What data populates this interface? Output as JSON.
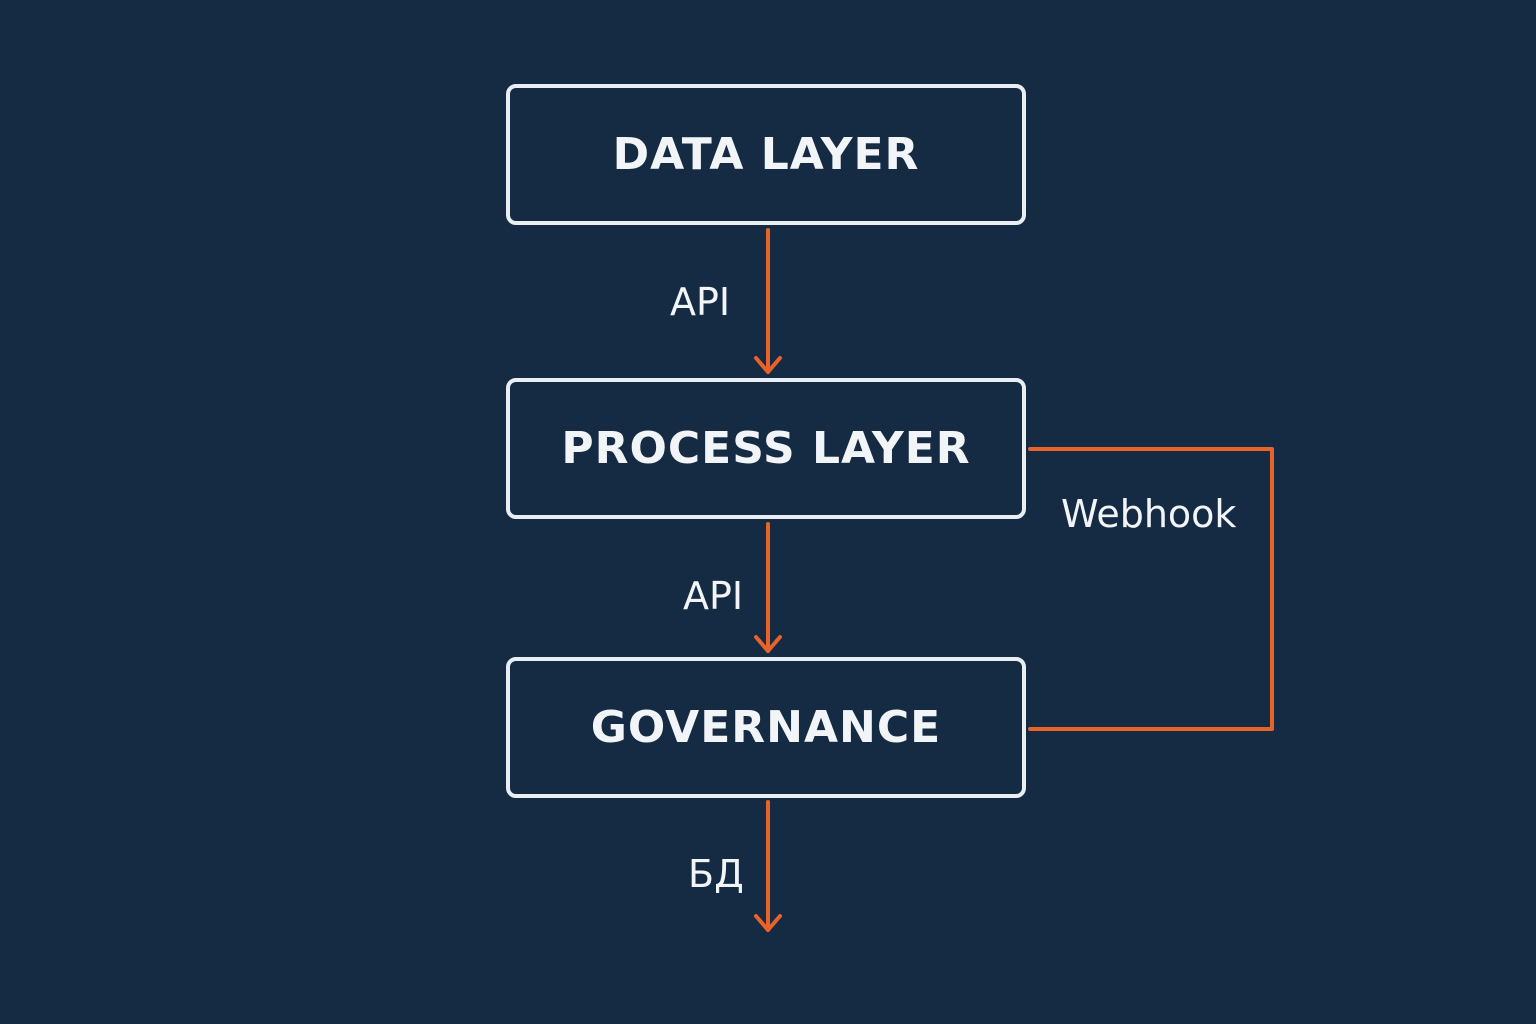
{
  "colors": {
    "background": "#152a43",
    "box_border": "#e9eef3",
    "text": "#f2f5f8",
    "connector": "#e8632a"
  },
  "nodes": [
    {
      "id": "data",
      "label": "DATA LAYER"
    },
    {
      "id": "process",
      "label": "PROCESS LAYER"
    },
    {
      "id": "governance",
      "label": "GOVERNANCE"
    }
  ],
  "edges": [
    {
      "from": "data",
      "to": "process",
      "label": "API"
    },
    {
      "from": "process",
      "to": "governance",
      "label": "API"
    },
    {
      "from": "process",
      "to": "governance",
      "label": "Webhook"
    },
    {
      "from": "governance",
      "to": "",
      "label": "БД"
    }
  ]
}
